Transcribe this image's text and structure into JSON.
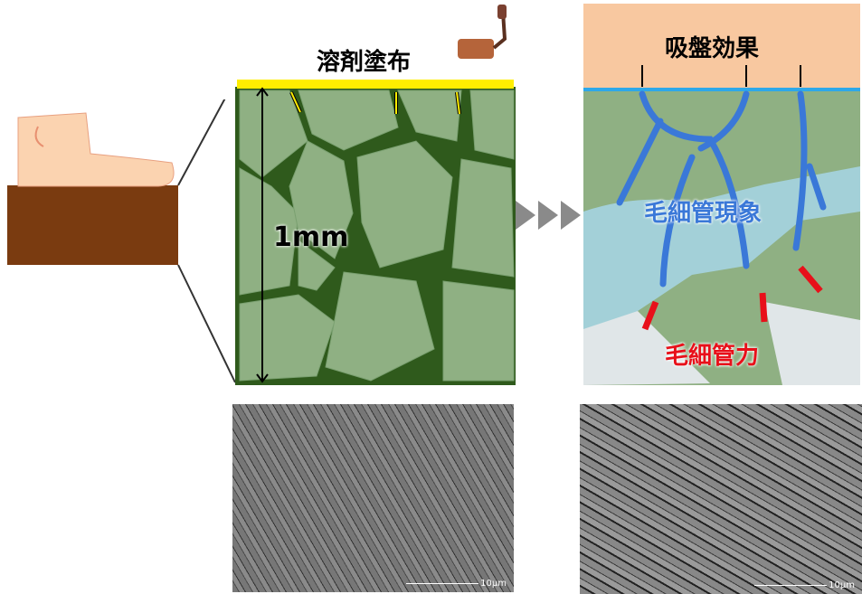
{
  "left": {
    "title": "溶剤塗布",
    "scale": "1mm"
  },
  "right": {
    "title": "吸盤効果",
    "capillary_phenomenon": "毛細管現象",
    "capillary_force": "毛細管力"
  },
  "sem": {
    "left_scale": "10μm",
    "right_scale": "10μm"
  },
  "colors": {
    "grain": "#8fb083",
    "boundary": "#2f5a1c",
    "solvent": "#ffee00",
    "peach": "#f8c8a0",
    "blue": "#3a78d8",
    "red": "#e8101a"
  }
}
